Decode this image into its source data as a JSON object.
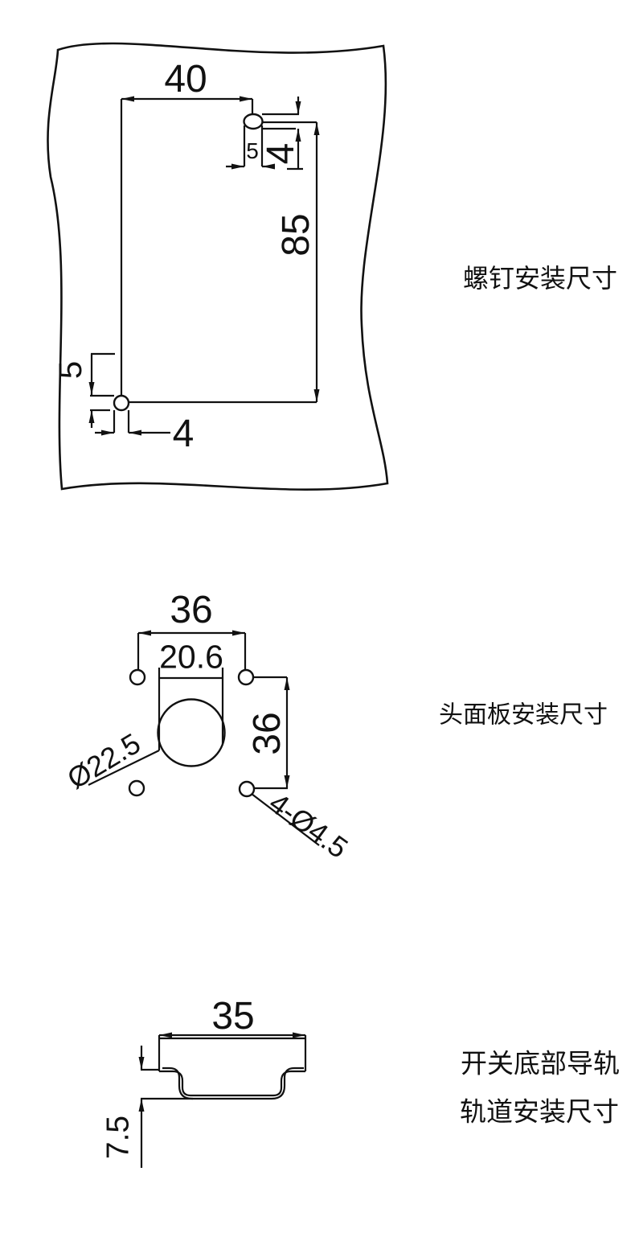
{
  "screw_diagram": {
    "title": "螺钉安装尺寸",
    "dim_width": "40",
    "dim_height": "85",
    "dim_top_hole_width": "5",
    "dim_top_hole_height": "4",
    "dim_bottom_hole_height": "5",
    "dim_bottom_hole_width": "4"
  },
  "panel_diagram": {
    "title": "头面板安装尺寸",
    "dim_hole_pitch_horizontal": "36",
    "dim_hole_pitch_vertical": "36",
    "dim_cutout_width": "20.6",
    "dim_cutout_diameter": "Ø22.5",
    "dim_mounting_holes": "4-Ø4.5"
  },
  "rail_diagram": {
    "title_line1": "开关底部导轨",
    "title_line2": "轨道安装尺寸",
    "dim_rail_width": "35",
    "dim_rail_depth": "7.5"
  },
  "colors": {
    "line": "#111111",
    "background": "#ffffff"
  }
}
